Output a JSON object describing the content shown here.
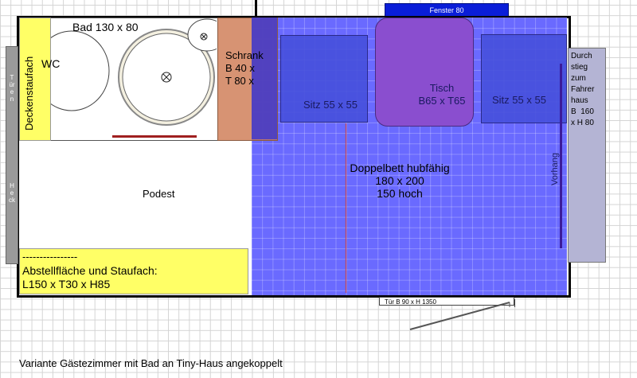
{
  "labels": {
    "bad": "Bad 130 x 80",
    "wc": "WC",
    "deckenstaufach": "Deckenstaufach",
    "schrank": "Schrank\nB 40 x\nT 80 x",
    "sitz_left": "Sitz 55 x 55",
    "tisch": "Tisch\nB65 x T65",
    "sitz_right": "Sitz 55 x 55",
    "fenster": "Fenster 80",
    "durchstieg": "Durch\nstieg\nzum\nFahrer\nhaus\nB  160\nx H 80",
    "tueren": "Türen",
    "heck": "Heck",
    "podest": "Podest",
    "bett": "Doppelbett hubfähig\n180 x 200\n150 hoch",
    "vorhang": "Vorhang",
    "abstell_dash": "----------------",
    "abstell": "Abstellfläche und Staufach:\nL150 x T30 x H85",
    "tuer": "Tür  B 90 x H 1350",
    "caption": "Variante Gästezimmer mit Bad an Tiny-Haus angekoppelt"
  },
  "colors": {
    "bed_blue": "#5050ff",
    "yellow": "#ffff66",
    "schrank_brown": "#cd7850",
    "table_purple": "#8a4ecf",
    "window_blue": "#0a1ed8"
  }
}
